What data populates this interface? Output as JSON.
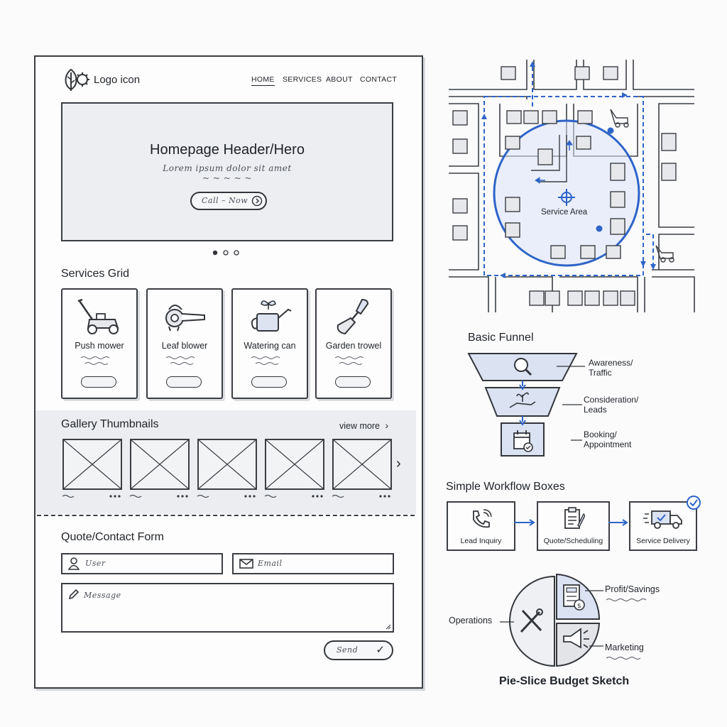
{
  "wireframe": {
    "logo_text": "Logo icon",
    "nav": [
      "HOME",
      "SERVICES",
      "ABOUT",
      "CONTACT"
    ],
    "hero": {
      "title": "Homepage Header/Hero",
      "line1": "Lorem ipsum dolor sit amet",
      "line2": "~ ~ ~ ~ ~",
      "button": "Call – Now"
    },
    "services": {
      "title": "Services Grid",
      "cards": [
        {
          "label": "Push mower",
          "icon": "push-mower-icon"
        },
        {
          "label": "Leaf blower",
          "icon": "leaf-blower-icon"
        },
        {
          "label": "Watering can",
          "icon": "watering-can-icon"
        },
        {
          "label": "Garden trowel",
          "icon": "garden-trowel-icon"
        }
      ]
    },
    "gallery": {
      "title": "Gallery Thumbnails",
      "view_more": "view more"
    },
    "form": {
      "title": "Quote/Contact Form",
      "user_placeholder": "User",
      "email_placeholder": "Email",
      "message_placeholder": "Message",
      "submit": "Send"
    }
  },
  "service_area": {
    "label": "Service Area",
    "accent": "#2f64c8"
  },
  "funnel": {
    "title": "Basic Funnel",
    "stages": [
      {
        "label": "Awareness/\nTraffic",
        "icon": "search-icon"
      },
      {
        "label": "Consideration/\nLeads",
        "icon": "hand-plant-icon"
      },
      {
        "label": "Booking/\nAppointment",
        "icon": "calendar-check-icon"
      }
    ]
  },
  "workflow": {
    "title": "Simple Workflow Boxes",
    "steps": [
      {
        "label": "Lead Inquiry",
        "icon": "phone-icon"
      },
      {
        "label": "Quote/Scheduling",
        "icon": "clipboard-icon"
      },
      {
        "label": "Service Delivery",
        "icon": "truck-icon"
      }
    ]
  },
  "budget": {
    "title": "Pie-Slice Budget Sketch",
    "slices": [
      {
        "label": "Operations",
        "icon": "tools-icon"
      },
      {
        "label": "Profit/Savings",
        "icon": "calculator-icon"
      },
      {
        "label": "Marketing",
        "icon": "megaphone-icon"
      }
    ]
  }
}
